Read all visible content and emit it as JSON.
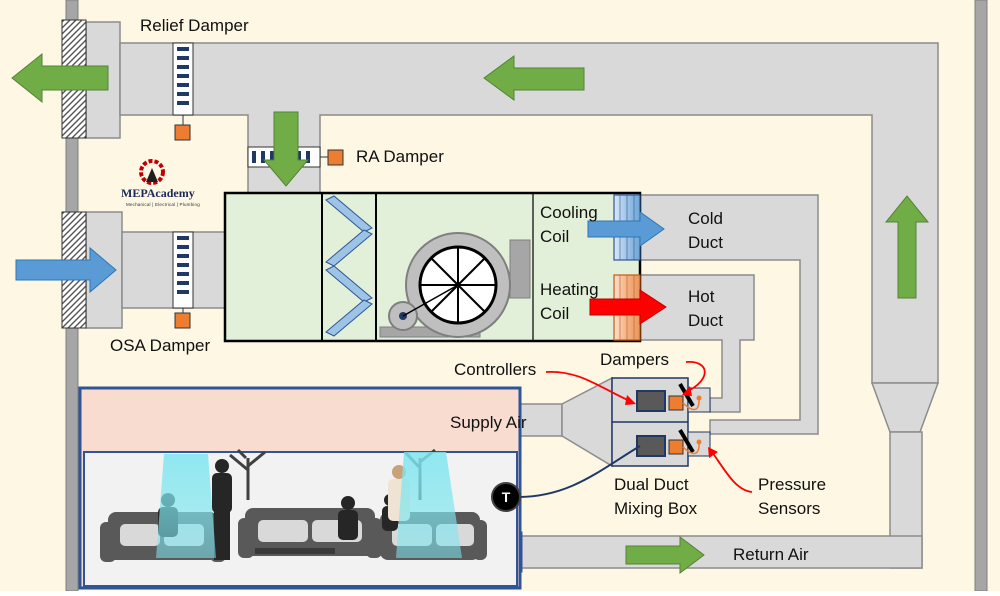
{
  "labels": {
    "relief_damper": "Relief Damper",
    "ra_damper": "RA Damper",
    "osa_damper": "OSA Damper",
    "cooling_coil": "Cooling\nCoil",
    "heating_coil": "Heating\nCoil",
    "cold_duct": "Cold\nDuct",
    "hot_duct": "Hot\nDuct",
    "controllers": "Controllers",
    "dampers": "Dampers",
    "supply_air": "Supply Air",
    "dual_duct_mixing_box": "Dual Duct\nMixing Box",
    "pressure_sensors": "Pressure\nSensors",
    "return_air": "Return Air",
    "thermostat": "T"
  },
  "logo": {
    "name": "MEPAcademy",
    "tagline": "Mechanical | Electrical | Plumbing"
  },
  "colors": {
    "background": "#fdf7e4",
    "duct": "#d9d9d9",
    "duct_stroke": "#8c8c8c",
    "air_handler": "#e2f0d9",
    "return_arrow": "#70ad47",
    "outside_air_arrow": "#5b9bd5",
    "hot_arrow": "#ff0000",
    "cold_arrow": "#5b9bd5",
    "heating_coil": "#f4b183",
    "cooling_coil": "#9dc3e6",
    "damper_actuator": "#ed7d31",
    "room_frame": "#2f5597",
    "room_ceiling": "#f8dcd0",
    "control_wire": "#ff0000",
    "thermostat_wire": "#1f3864"
  },
  "icons": [
    "left-arrow-icon",
    "right-arrow-icon",
    "down-arrow-icon",
    "up-arrow-icon",
    "fan-icon",
    "filter-icon",
    "thermostat-icon",
    "gear-logo-icon"
  ]
}
